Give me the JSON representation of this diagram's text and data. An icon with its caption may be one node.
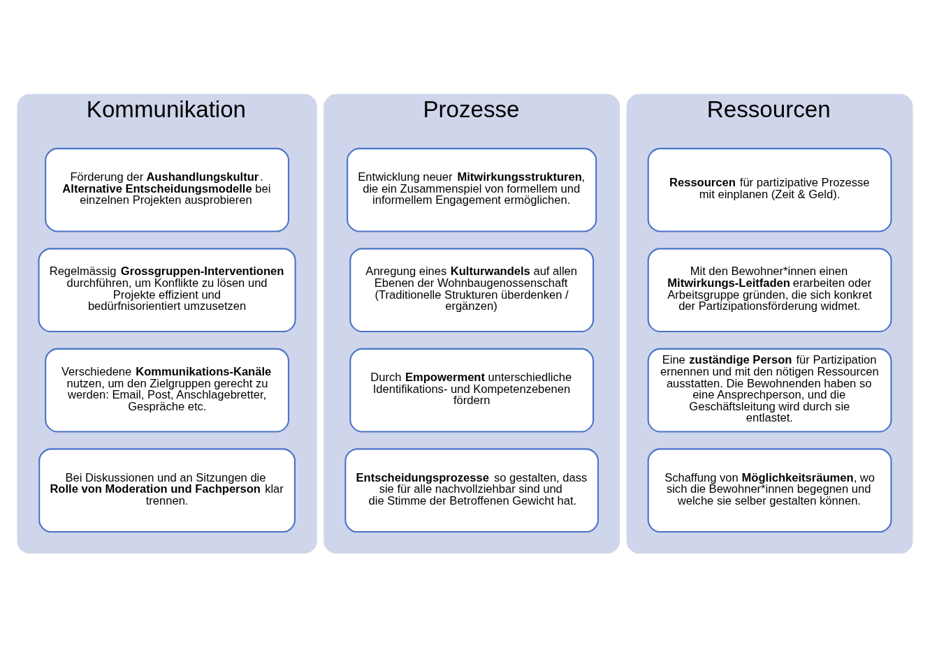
{
  "diagram": {
    "nodes": [
      {
        "text": [
          "Kommunikation"
        ]
      },
      {
        "text": [
          "Förderung der **Aushandlungskultur**. **Alternative Entscheidungsmodelle** bei einzelnen Projekten ausprobieren"
        ],
        "in": 0
      },
      {
        "text": [
          "Regelmässig **Grossgruppen-Interventionen** durchführen, um Konflikte zu lösen und Projekte effizient und bedürfnisorientiert umzusetzen"
        ],
        "in": 0
      },
      {
        "text": [
          "Verschiedene **Kommunikations-Kanäle** nutzen, um den Zielgruppen gerecht zu werden: Email, Post, Anschlagebretter, Gespräche etc."
        ],
        "in": 0
      },
      {
        "text": [
          "Bei Diskussionen und an Sitzungen die **Rolle von Moderation und Fachperson** klar trennen."
        ],
        "in": 0
      },
      {
        "text": [
          "Prozesse"
        ]
      },
      {
        "text": [
          "Entwicklung neuer **Mitwirkungsstrukturen**, die ein Zusammenspiel von formellem und informellem Engagement ermöglichen."
        ],
        "in": 5
      },
      {
        "text": [
          "Anregung eines **Kulturwandels** auf allen Ebenen der Wohnbaugenossenschaft (Traditionelle Strukturen überdenken / ergänzen)"
        ],
        "in": 5
      },
      {
        "text": [
          "Durch **Empowerment** unterschiedliche Identifikations- und Kompetenzebenen fördern"
        ],
        "in": 5
      },
      {
        "text": [
          "**Entscheidungsprozesse** so gestalten, dass sie für alle nachvollziehbar sind und die Stimme der Betroffenen Gewicht hat."
        ],
        "in": 5
      },
      {
        "text": [
          "Ressourcen"
        ]
      },
      {
        "text": [
          "**Ressourcen** für partizipative Prozesse mit einplanen (Zeit & Geld)."
        ],
        "in": 10
      },
      {
        "text": [
          "Mit den Bewohner*innen einen **Mitwirkungs-Leitfaden** erarbeiten oder Arbeitsgruppe gründen, die sich konkret der Partizipationsförderung widmet."
        ],
        "in": 10
      },
      {
        "text": [
          "Eine **zuständige Person** für Partizipation ernennen und mit den nötigen Ressourcen ausstatten. Die Bewohnenden haben so eine Ansprechperson, und die Geschäftsleitung wird durch sie entlastet."
        ],
        "in": 10
      },
      {
        "text": [
          "Schaffung von **Möglichkeitsräumen**, wo sich die Bewohner*innen begegnen und welche sie selber gestalten können."
        ],
        "in": 10
      }
    ],
    "edges": []
  }
}
